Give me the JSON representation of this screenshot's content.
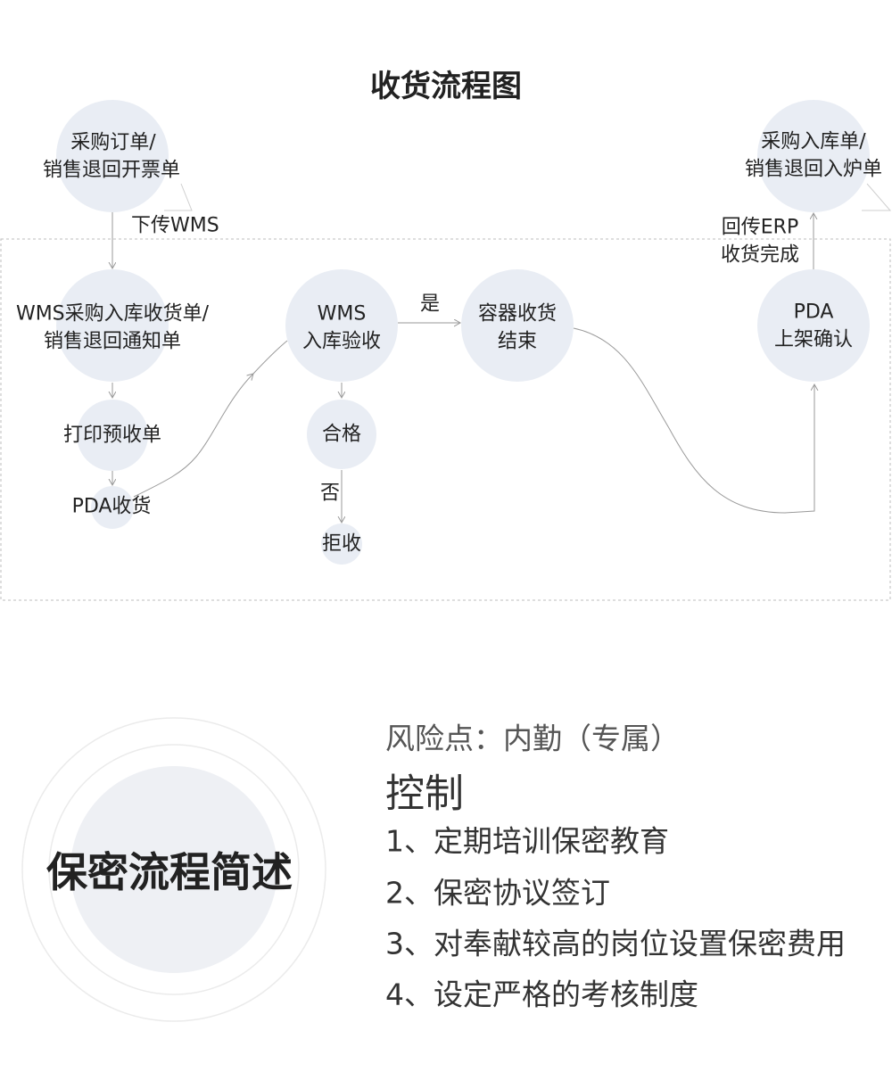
{
  "title": "收货流程图",
  "nodes": {
    "purchase_order": [
      "采购订单/",
      "销售退回开票单"
    ],
    "purchase_receipt": [
      "采购入库单/",
      "销售退回入炉单"
    ],
    "wms_receipt": [
      "WMS采购入库收货单/",
      "销售退回通知单"
    ],
    "print_pre_receipt": "打印预收单",
    "pda_receive": "PDA收货",
    "wms_inspection": [
      "WMS",
      "入库验收"
    ],
    "container_done": [
      "容器收货",
      "结束"
    ],
    "pda_shelve": [
      "PDA",
      "上架确认"
    ],
    "qualified": "合格",
    "rejected": "拒收"
  },
  "edge_labels": {
    "send_to_wms": "下传WMS",
    "yes": "是",
    "no": "否",
    "return_erp": [
      "回传ERP",
      "收货完成"
    ]
  },
  "summary": {
    "badge": "保密流程简述",
    "risk_point": "风险点：内勤（专属）",
    "control_heading": "控制",
    "items": [
      "1、定期培训保密教育",
      "2、保密协议签订",
      "3、对奉献较高的岗位设置保密费用",
      "4、设定严格的考核制度"
    ]
  },
  "colors": {
    "node_fill": "#e9edf4",
    "line": "#9a9a9a",
    "text": "#222222"
  }
}
